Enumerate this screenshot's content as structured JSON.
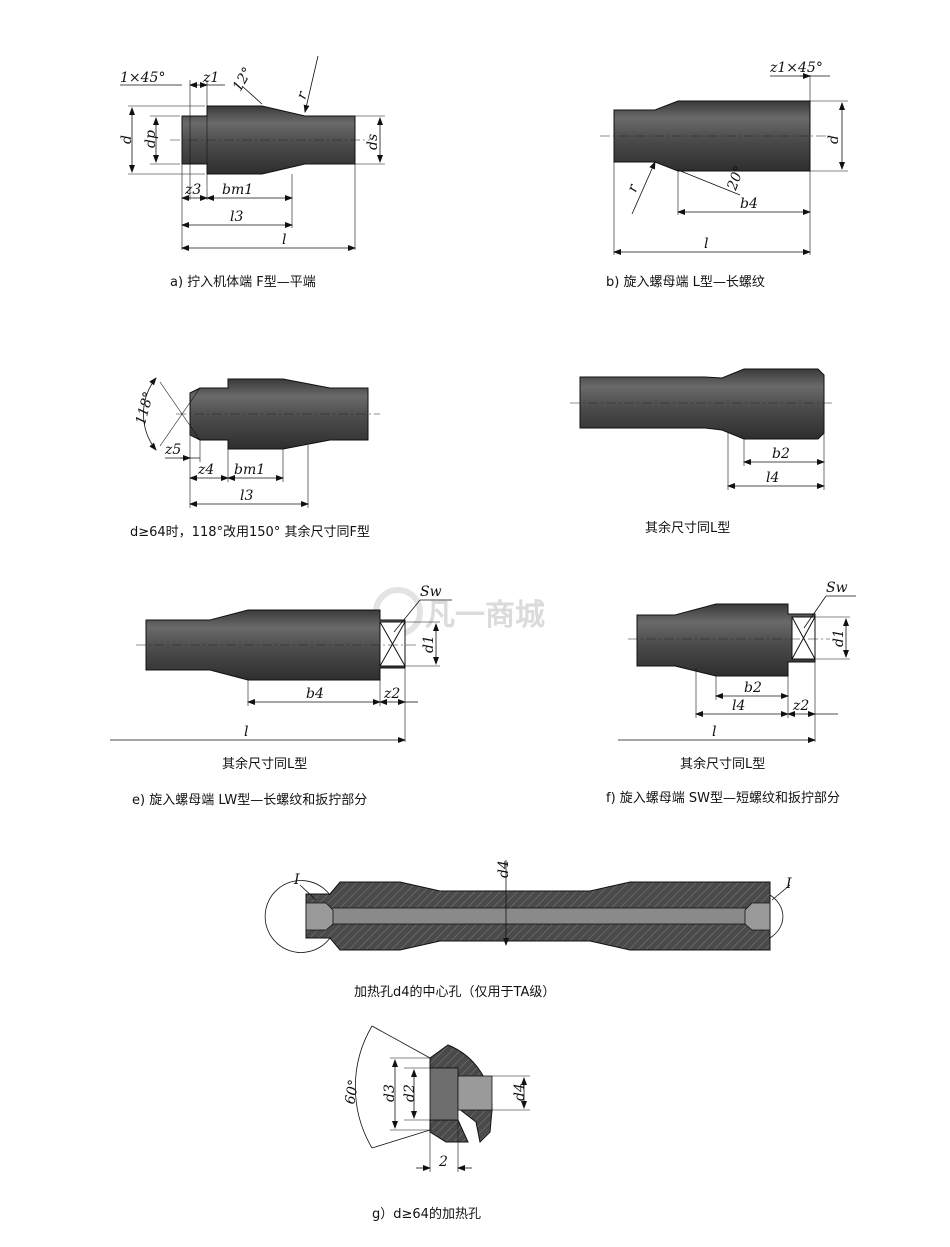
{
  "watermark": "凡一商城",
  "panels": {
    "a": {
      "caption": "a) 拧入机体端 F型—平端",
      "labels": {
        "chamfer": "1×45°",
        "z1": "z1",
        "angle": "12°",
        "r": "r",
        "d": "d",
        "dp": "dp",
        "ds": "ds",
        "z3": "z3",
        "bm1": "bm1",
        "l3": "l3",
        "l": "l"
      }
    },
    "b": {
      "caption": "b) 旋入螺母端 L型—长螺纹",
      "labels": {
        "chamfer": "z1×45°",
        "d": "d",
        "r": "r",
        "angle": "20°",
        "b4": "b4",
        "l": "l"
      }
    },
    "c": {
      "caption": "d≥64时，118°改用150° 其余尺寸同F型",
      "labels": {
        "angle": "118°",
        "z5": "z5",
        "z4": "z4",
        "bm1": "bm1",
        "l3": "l3"
      }
    },
    "d": {
      "caption": "其余尺寸同L型",
      "labels": {
        "b2": "b2",
        "l4": "l4"
      }
    },
    "e": {
      "caption_note": "其余尺寸同L型",
      "caption": "e) 旋入螺母端 LW型—长螺纹和扳拧部分",
      "labels": {
        "sw": "Sw",
        "d1": "d1",
        "b4": "b4",
        "z2": "z2",
        "l": "l"
      }
    },
    "f": {
      "caption_note": "其余尺寸同L型",
      "caption": "f) 旋入螺母端 SW型—短螺纹和扳拧部分",
      "labels": {
        "sw": "Sw",
        "d1": "d1",
        "b2": "b2",
        "l4": "l4",
        "z2": "z2",
        "l": "l"
      }
    },
    "hole": {
      "caption": "加热孔d4的中心孔（仅用于TA级）",
      "labels": {
        "d4": "d4",
        "detail_left": "I",
        "detail_right": "I"
      }
    },
    "g": {
      "caption": "g）d≥64的加热孔",
      "labels": {
        "angle": "60°",
        "d3": "d3",
        "d2": "d2",
        "d4": "d4",
        "two": "2"
      }
    }
  },
  "colors": {
    "bolt_fill": "#4a4a4a",
    "bolt_light": "#6e6e6e",
    "hatch": "#5a5a5a"
  }
}
